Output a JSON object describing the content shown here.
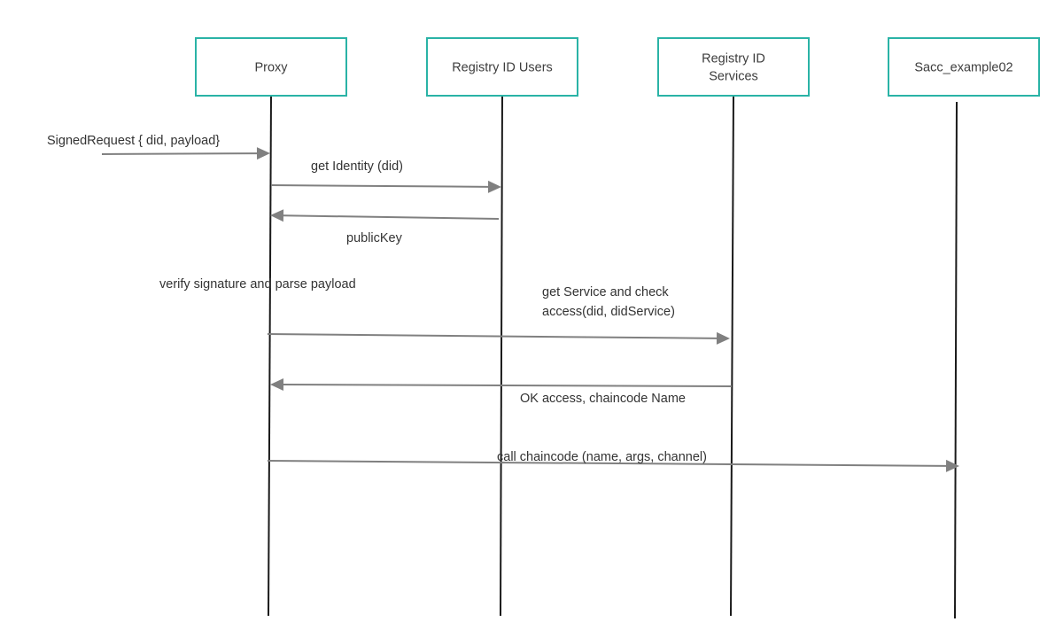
{
  "participants": [
    {
      "id": "proxy",
      "lines": [
        "Proxy"
      ]
    },
    {
      "id": "registry-users",
      "lines": [
        "Registry ID Users"
      ]
    },
    {
      "id": "registry-services",
      "lines": [
        "Registry ID",
        "Services"
      ]
    },
    {
      "id": "sacc",
      "lines": [
        "Sacc_example02"
      ]
    }
  ],
  "messages": [
    {
      "id": "signed-request",
      "from": "external",
      "to": "proxy",
      "lines": [
        "SignedRequest { did, payload}"
      ]
    },
    {
      "id": "get-identity",
      "from": "proxy",
      "to": "registry-users",
      "lines": [
        "get Identity (did)"
      ]
    },
    {
      "id": "public-key",
      "from": "registry-users",
      "to": "proxy",
      "lines": [
        "publicKey"
      ]
    },
    {
      "id": "get-service",
      "from": "proxy",
      "to": "registry-services",
      "lines": [
        "get Service and check",
        "access(did, didService)"
      ]
    },
    {
      "id": "ok-access",
      "from": "registry-services",
      "to": "proxy",
      "lines": [
        "OK access, chaincode Name"
      ]
    },
    {
      "id": "call-chaincode",
      "from": "proxy",
      "to": "sacc",
      "lines": [
        "call chaincode (name, args, channel)"
      ]
    }
  ],
  "notes": [
    {
      "id": "verify-signature",
      "lines": [
        "verify signature and parse payload"
      ]
    }
  ],
  "colors": {
    "box_border": "#2ab3a6",
    "arrow": "#808080",
    "lifeline": "#1a1a1a",
    "text": "#333333"
  }
}
